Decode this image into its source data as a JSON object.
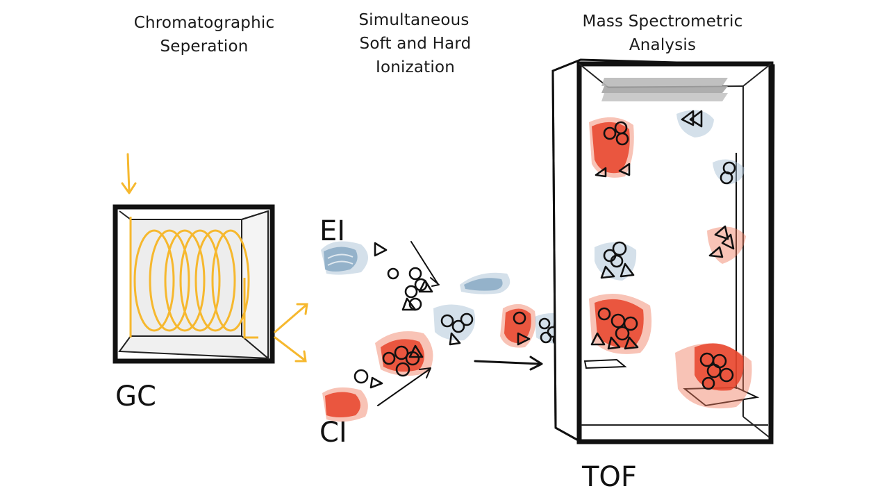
{
  "diagram": {
    "stages": [
      {
        "line1": "Chromatographic",
        "line2": "Seperation",
        "line3": ""
      },
      {
        "line1": "Simultaneous",
        "line2": "Soft and Hard",
        "line3": "Ionization"
      },
      {
        "line1": "Mass Spectrometric",
        "line2": "Analysis",
        "line3": ""
      }
    ],
    "labels": {
      "gc": "GC",
      "ei": "EI",
      "ci": "CI",
      "tof": "TOF"
    },
    "colors": {
      "gc_column": "#f6b82e",
      "hard_ionization": "#7fa3bf",
      "soft_ionization": "#e8432a",
      "outline": "#111111"
    }
  }
}
